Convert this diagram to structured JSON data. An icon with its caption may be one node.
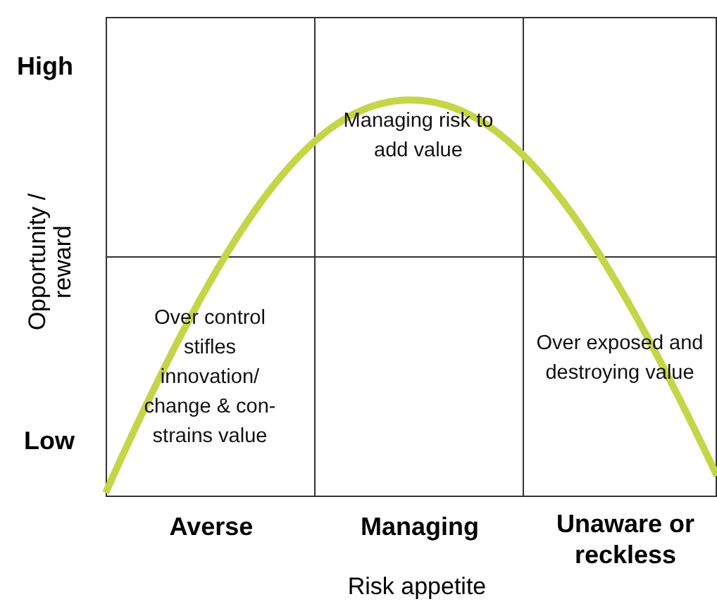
{
  "diagram": {
    "nodes": [
      {
        "text": [],
        "shape": "box"
      },
      {
        "text": [
          "Managing risk to add value"
        ]
      },
      {
        "text": [],
        "shape": "box"
      },
      {
        "text": [
          "Over control stifles innovation/ change & con- strains value"
        ]
      },
      {
        "text": [],
        "shape": "box"
      },
      {
        "text": [
          "Over exposed and destroying value"
        ]
      }
    ],
    "labels": [
      "High",
      "Opportunity / reward",
      "Low",
      "Averse",
      "Managing",
      "Unaware or reckless",
      "Risk appetite"
    ]
  }
}
